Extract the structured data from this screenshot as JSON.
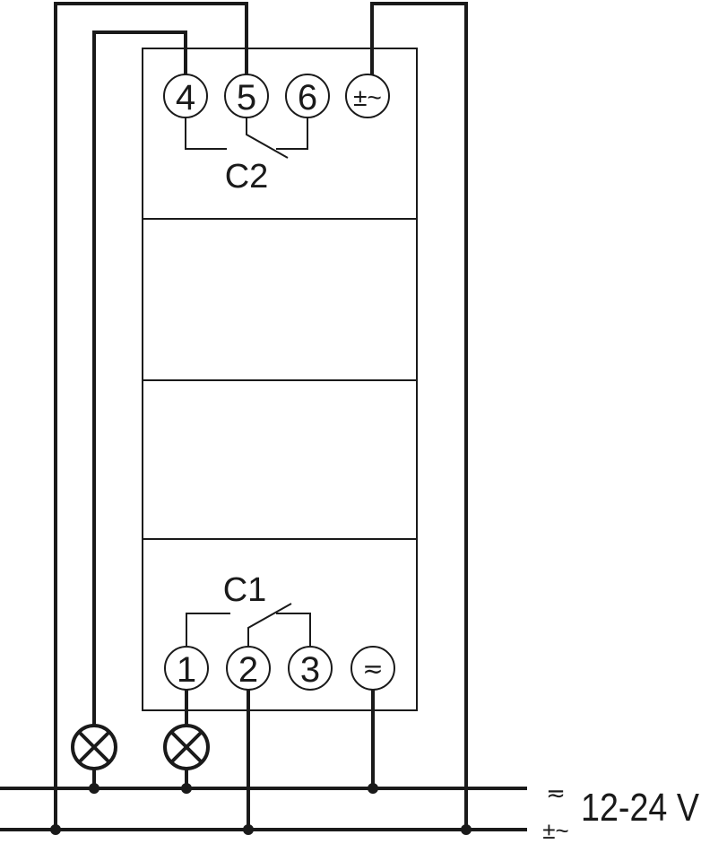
{
  "diagram": {
    "top_terminals": [
      "4",
      "5",
      "6",
      "±~"
    ],
    "bottom_terminals": [
      "1",
      "2",
      "3",
      "≂"
    ],
    "contact_top": "C2",
    "contact_bottom": "C1",
    "supply": {
      "symbol_top": "≂",
      "symbol_bottom": "±~",
      "voltage": "12-24 V"
    },
    "colors": {
      "line": "#1a1a1a",
      "background": "#ffffff"
    }
  }
}
